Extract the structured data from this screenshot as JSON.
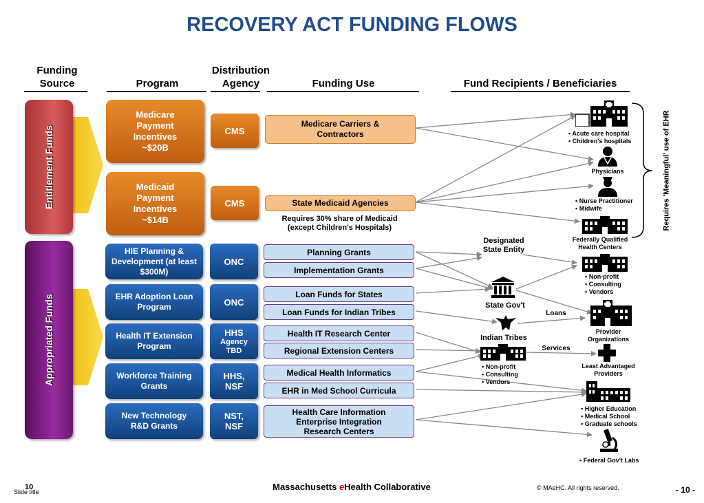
{
  "title": "RECOVERY ACT FUNDING FLOWS",
  "headers": {
    "funding_source": "Funding Source",
    "program": "Program",
    "distribution_agency": "Distribution Agency",
    "funding_use": "Funding Use",
    "recipients": "Fund Recipients / Beneficiaries"
  },
  "sources": {
    "entitlement": "Entitlement Funds",
    "appropriated": "Appropriated Funds"
  },
  "programs": {
    "medicare": "Medicare Payment Incentives ~$20B",
    "medicaid": "Medicaid Payment Incentives ~$14B",
    "hie": "HIE Planning & Development (at least $300M)",
    "ehr_loan": "EHR Adoption Loan Program",
    "extension": "Health IT Extension Program",
    "workforce": "Workforce Training Grants",
    "new_tech": "New Technology R&D Grants"
  },
  "agencies": {
    "cms1": "CMS",
    "cms2": "CMS",
    "onc1": "ONC",
    "onc2": "ONC",
    "hhs_line1": "HHS",
    "hhs_line2": "Agency TBD",
    "hhs_nsf": "HHS, NSF",
    "nst_nsf": "NST, NSF"
  },
  "uses": {
    "medicare_carriers": "Medicare Carriers & Contractors",
    "state_medicaid": "State Medicaid Agencies",
    "medicaid_note": "Requires 30% share of Medicaid (except Children's Hospitals)",
    "planning": "Planning Grants",
    "implementation": "Implementation Grants",
    "loan_states": "Loan Funds for States",
    "loan_tribes": "Loan Funds for Indian Tribes",
    "research_center": "Health IT Research Center",
    "regional": "Regional Extension Centers",
    "informatics": "Medical Health Informatics",
    "curricula": "EHR in Med School Curricula",
    "enterprise": "Health Care Information Enterprise Integration Research Centers"
  },
  "intermediaries": {
    "designated": "Designated State Entity",
    "state_gov": "State Gov't",
    "indian_tribes": "Indian Tribes",
    "loans": "Loans",
    "services": "Services",
    "nonprofit_bullets": [
      "Non-profit",
      "Consulting",
      "Vendors"
    ]
  },
  "recipients": {
    "hospital_bullets": [
      "Acute care hospital",
      "Children's hospitals"
    ],
    "physicians": "Physicians",
    "nurse_bullets": [
      "Nurse Practitioner",
      "Midwife"
    ],
    "fqhc": "Federally Qualified Health Centers",
    "nonprofit_bullets": [
      "Non-profit",
      "Consulting",
      "Vendors"
    ],
    "provider_orgs": "Provider Organizations",
    "least_advantaged": "Least Advantaged Providers",
    "education_bullets": [
      "Higher Education",
      "Medical School",
      "Graduate schools"
    ],
    "labs_bullets": [
      "Federal Gov't Labs"
    ],
    "meaningful_use": "Requires 'Meaningful' use of EHR"
  },
  "footer": {
    "slide_number": "10",
    "slide_title": "Slide title",
    "org_prefix": "Massachusetts ",
    "org_e": "e",
    "org_suffix": "Health Collaborative",
    "copyright": "© MAeHC.  All rights reserved.",
    "page": "- 10 -"
  },
  "colors": {
    "title": "#1f4e8c",
    "orange": "#d8721e",
    "blue": "#1a5aa8",
    "red": "#b33a3a",
    "purple": "#7a1a80",
    "arrow": "#888888"
  }
}
